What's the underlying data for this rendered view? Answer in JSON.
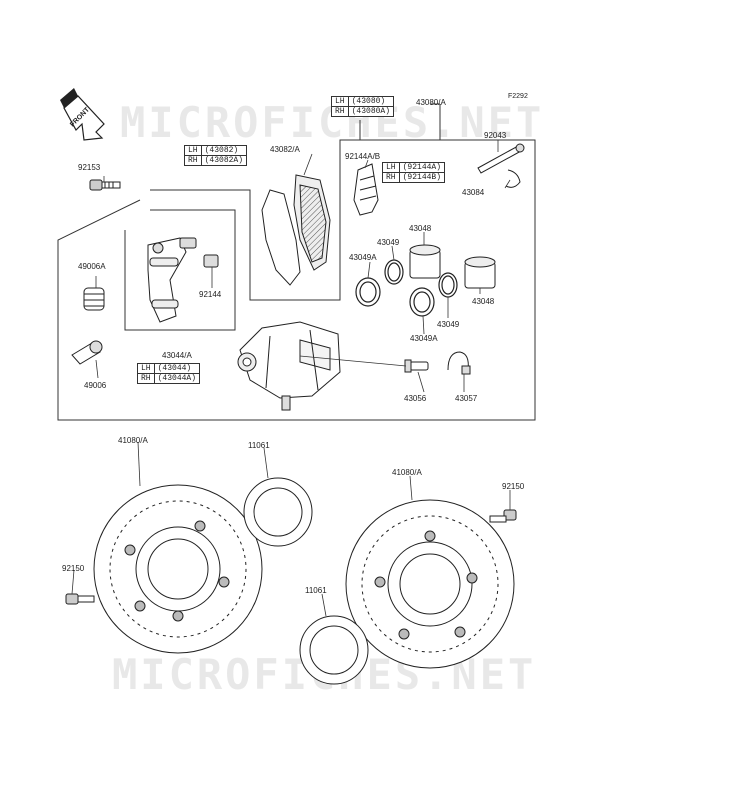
{
  "diagram": {
    "ref_code": "F2292",
    "watermark": "MICROFICHES.NET",
    "front_label": "FRONT",
    "parts": {
      "p43080A": "43080/A",
      "p92043": "92043",
      "p43084": "43084",
      "p92153": "92153",
      "p43082A": "43082/A",
      "p92144AB": "92144A/B",
      "p43048_top": "43048",
      "p43049_top": "43049",
      "p43049A_left": "43049A",
      "p43048_right": "43048",
      "p43049_mid": "43049",
      "p43049A_bottom": "43049A",
      "p49006A": "49006A",
      "p92144": "92144",
      "p43044A": "43044/A",
      "p49006": "49006",
      "p43056": "43056",
      "p43057": "43057",
      "p41080A_left": "41080/A",
      "p11061_top": "11061",
      "p41080A_right": "41080/A",
      "p92150_right": "92150",
      "p92150_left": "92150",
      "p11061_bottom": "11061"
    },
    "side_tables": {
      "t43080": {
        "lh": "LH",
        "lh_part": "(43080)",
        "rh": "RH",
        "rh_part": "(43080A)"
      },
      "t43082": {
        "lh": "LH",
        "lh_part": "(43082)",
        "rh": "RH",
        "rh_part": "(43082A)"
      },
      "t92144": {
        "lh": "LH",
        "lh_part": "(92144A)",
        "rh": "RH",
        "rh_part": "(92144B)"
      },
      "t43044": {
        "lh": "LH",
        "lh_part": "(43044)",
        "rh": "RH",
        "rh_part": "(43044A)"
      }
    }
  }
}
